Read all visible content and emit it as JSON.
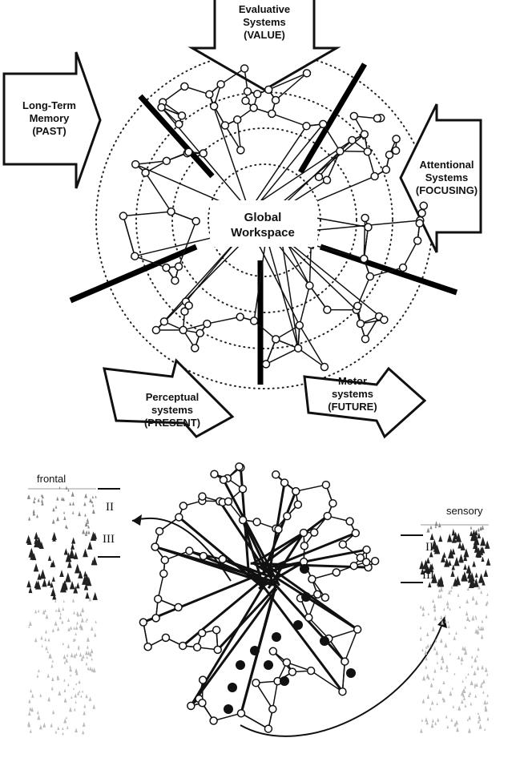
{
  "top_diagram": {
    "center_label": "Global Workspace",
    "modules": [
      {
        "id": "evaluative",
        "label": "Evaluative Systems (VALUE)",
        "lines": [
          "Evaluative",
          "Systems",
          "(VALUE)"
        ]
      },
      {
        "id": "long-term-memory",
        "label": "Long-Term Memory (PAST)",
        "lines": [
          "Long-Term",
          "Memory",
          "(PAST)"
        ]
      },
      {
        "id": "attentional",
        "label": "Attentional Systems (FOCUSING)",
        "lines": [
          "Attentional",
          "Systems",
          "(FOCUSING)"
        ]
      },
      {
        "id": "perceptual",
        "label": "Perceptual systems (PRESENT)",
        "lines": [
          "Perceptual",
          "systems",
          "(PRESENT)"
        ]
      },
      {
        "id": "motor",
        "label": "Motor systems (FUTURE)",
        "lines": [
          "Motor",
          "systems",
          "(FUTURE)"
        ]
      }
    ],
    "center_lines": [
      "Global",
      "Workspace"
    ]
  },
  "bottom_diagram": {
    "frontal": {
      "title": "frontal",
      "layers": [
        "II",
        "III"
      ]
    },
    "sensory": {
      "title": "sensory",
      "layers": [
        "II",
        "III"
      ]
    }
  }
}
